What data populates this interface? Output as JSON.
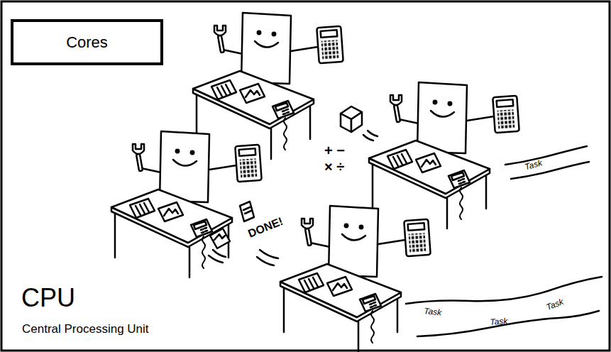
{
  "diagram": {
    "title": "CPU",
    "nodes": [
      {
        "text": [
          "Cores"
        ]
      }
    ],
    "labels": [
      "Central Processing Unit",
      "+ −",
      "× ÷",
      "DONE!",
      "Task",
      "Task",
      "Task",
      "Task"
    ]
  }
}
